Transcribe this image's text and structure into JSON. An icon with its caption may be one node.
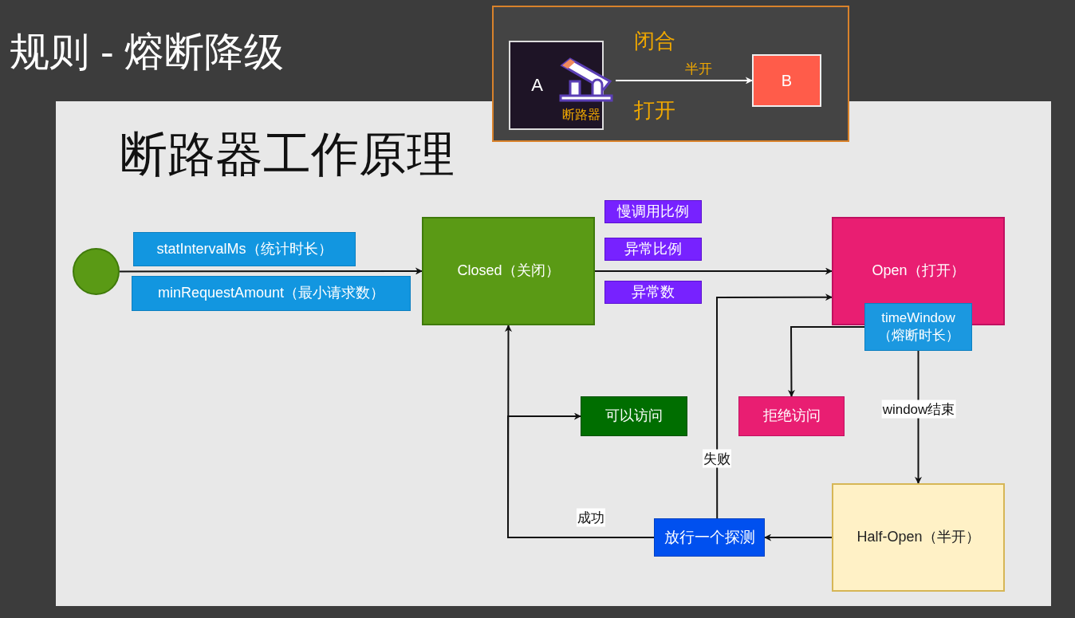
{
  "diagram": {
    "title": "规则 - 熔断降级",
    "nodes": [
      {
        "text": [
          "A",
          "断路器"
        ]
      },
      {
        "text": [],
        "shape": "picture"
      },
      {
        "text": [
          "B"
        ]
      },
      {
        "text": [],
        "shape": "circle"
      },
      {
        "text": [
          "statIntervalMs（统计时长）"
        ]
      },
      {
        "text": [
          "minRequestAmount（最小请求数）"
        ]
      },
      {
        "text": [
          "Closed（关闭）"
        ]
      },
      {
        "text": [
          "慢调用比例"
        ]
      },
      {
        "text": [
          "异常比例"
        ]
      },
      {
        "text": [
          "异常数"
        ]
      },
      {
        "text": [
          "Open（打开）"
        ]
      },
      {
        "text": [
          "timeWindow（熔断时长）"
        ]
      },
      {
        "text": [
          "可以访问"
        ]
      },
      {
        "text": [
          "拒绝访问"
        ]
      },
      {
        "text": [
          "Half-Open（半开）"
        ]
      },
      {
        "text": [
          "放行一个探测"
        ]
      }
    ],
    "edges": [
      {
        "from": 1,
        "to": 2,
        "arrow": "to",
        "label": "半开",
        "color": "#ffffff"
      },
      {
        "from": 3,
        "to": 6,
        "arrow": "to"
      },
      {
        "from": 6,
        "to": 10,
        "arrow": "to"
      },
      {
        "from": 11,
        "to": 13,
        "arrow": "to"
      },
      {
        "from": 11,
        "to": 14,
        "arrow": "to",
        "label": "window结束"
      },
      {
        "from": 14,
        "to": 15,
        "arrow": "to"
      },
      {
        "from": 15,
        "to": 6,
        "arrow": "to",
        "label": "成功"
      },
      {
        "from": 15,
        "to": 12,
        "arrow": "to"
      },
      {
        "from": 15,
        "to": 10,
        "arrow": "to",
        "label": "失败"
      }
    ],
    "labels": [
      "闭合",
      "打开",
      "断路器工作原理"
    ]
  }
}
